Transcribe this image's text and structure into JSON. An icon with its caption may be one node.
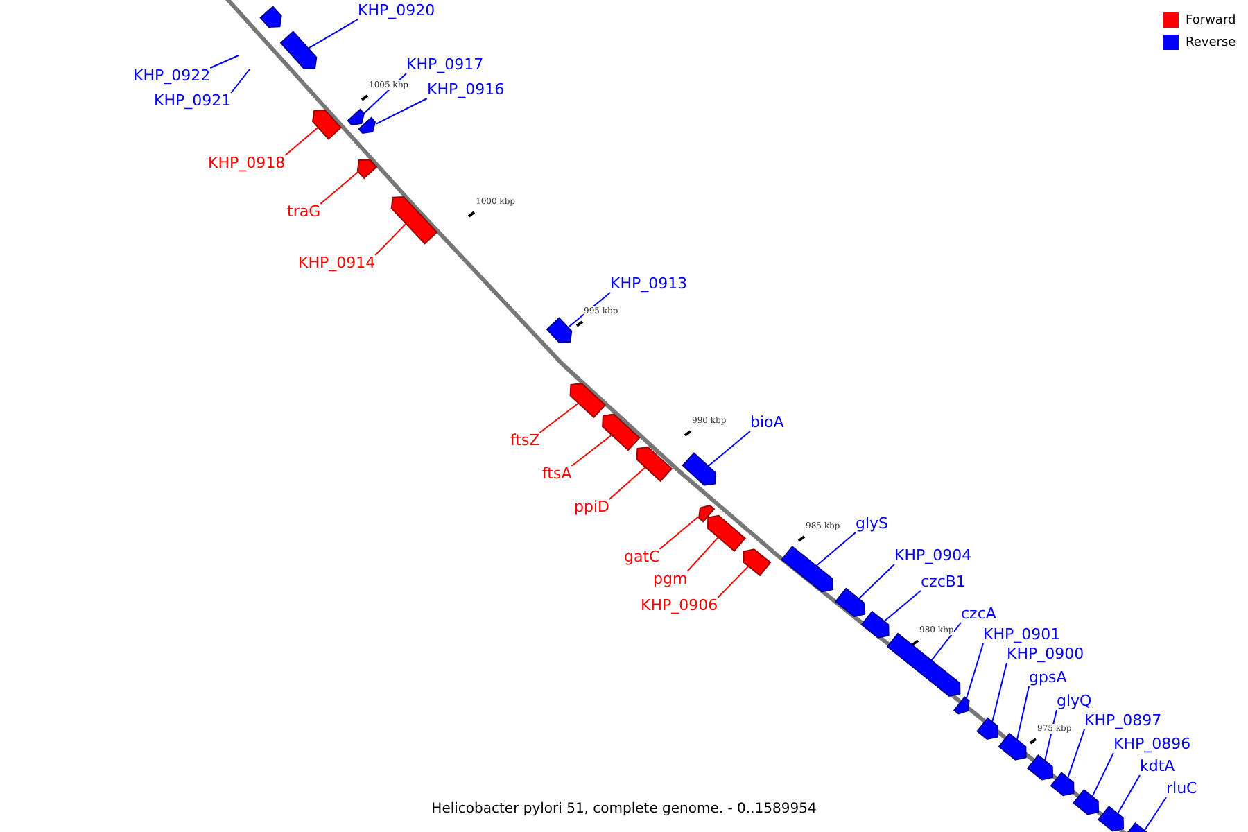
{
  "diagram": {
    "caption": "Helicobacter pylori 51, complete genome. - 0..1589954",
    "nodes": [
      {
        "text": [
          "KHP_0922"
        ]
      },
      {
        "text": [
          "KHP_0921"
        ]
      },
      {
        "text": [],
        "shape": "arrow"
      },
      {
        "text": [
          "KHP_0920"
        ]
      },
      {
        "text": [],
        "shape": "arrow"
      },
      {
        "text": [
          "KHP_0917"
        ]
      },
      {
        "text": [],
        "shape": "arrow"
      },
      {
        "text": [
          "KHP_0916"
        ]
      },
      {
        "text": [],
        "shape": "arrow"
      },
      {
        "text": [
          "KHP_0918"
        ]
      },
      {
        "text": [],
        "shape": "arrow"
      },
      {
        "text": [
          "traG"
        ]
      },
      {
        "text": [],
        "shape": "arrow"
      },
      {
        "text": [
          "KHP_0914"
        ]
      },
      {
        "text": [],
        "shape": "arrow"
      },
      {
        "text": [
          "KHP_0913"
        ]
      },
      {
        "text": [],
        "shape": "arrow"
      },
      {
        "text": [
          "ftsZ"
        ]
      },
      {
        "text": [],
        "shape": "arrow"
      },
      {
        "text": [
          "ftsA"
        ]
      },
      {
        "text": [],
        "shape": "arrow"
      },
      {
        "text": [
          "ppiD"
        ]
      },
      {
        "text": [],
        "shape": "arrow"
      },
      {
        "text": [
          "bioA"
        ]
      },
      {
        "text": [],
        "shape": "arrow"
      },
      {
        "text": [
          "gatC"
        ]
      },
      {
        "text": [],
        "shape": "arrow"
      },
      {
        "text": [
          "pgm"
        ]
      },
      {
        "text": [],
        "shape": "arrow"
      },
      {
        "text": [
          "KHP_0906"
        ]
      },
      {
        "text": [],
        "shape": "arrow"
      },
      {
        "text": [
          "glyS"
        ]
      },
      {
        "text": [],
        "shape": "arrow"
      },
      {
        "text": [
          "KHP_0904"
        ]
      },
      {
        "text": [],
        "shape": "arrow"
      },
      {
        "text": [
          "czcB1"
        ]
      },
      {
        "text": [],
        "shape": "arrow"
      },
      {
        "text": [
          "czcA"
        ]
      },
      {
        "text": [],
        "shape": "arrow"
      },
      {
        "text": [
          "KHP_0901"
        ]
      },
      {
        "text": [],
        "shape": "arrow"
      },
      {
        "text": [
          "KHP_0900"
        ]
      },
      {
        "text": [],
        "shape": "arrow"
      },
      {
        "text": [
          "gpsA"
        ]
      },
      {
        "text": [],
        "shape": "arrow"
      },
      {
        "text": [
          "glyQ"
        ]
      },
      {
        "text": [],
        "shape": "arrow"
      },
      {
        "text": [
          "KHP_0897"
        ]
      },
      {
        "text": [],
        "shape": "arrow"
      },
      {
        "text": [
          "KHP_0896"
        ]
      },
      {
        "text": [],
        "shape": "arrow"
      },
      {
        "text": [
          "kdtA"
        ]
      },
      {
        "text": [],
        "shape": "arrow"
      },
      {
        "text": [
          "rluC"
        ]
      },
      {
        "text": [],
        "shape": "arrow"
      }
    ],
    "edges": [
      {
        "from": 0,
        "to": null,
        "arrow": "none"
      },
      {
        "from": 1,
        "to": null,
        "arrow": "none"
      },
      {
        "from": 3,
        "to": 4,
        "arrow": "none"
      },
      {
        "from": 5,
        "to": 6,
        "arrow": "none"
      },
      {
        "from": 7,
        "to": 8,
        "arrow": "none"
      },
      {
        "from": 9,
        "to": 10,
        "arrow": "none",
        "color": "#ff0000"
      },
      {
        "from": 11,
        "to": 12,
        "arrow": "none",
        "color": "#ff0000"
      },
      {
        "from": 13,
        "to": 14,
        "arrow": "none",
        "color": "#ff0000"
      },
      {
        "from": 15,
        "to": 16,
        "arrow": "none"
      },
      {
        "from": 17,
        "to": 18,
        "arrow": "none",
        "color": "#ff0000"
      },
      {
        "from": 19,
        "to": 20,
        "arrow": "none",
        "color": "#ff0000"
      },
      {
        "from": 21,
        "to": 22,
        "arrow": "none",
        "color": "#ff0000"
      },
      {
        "from": 23,
        "to": 24,
        "arrow": "none"
      },
      {
        "from": 25,
        "to": 26,
        "arrow": "none",
        "color": "#ff0000"
      },
      {
        "from": 27,
        "to": 28,
        "arrow": "none",
        "color": "#ff0000"
      },
      {
        "from": 29,
        "to": 30,
        "arrow": "none",
        "color": "#ff0000"
      },
      {
        "from": 31,
        "to": 32,
        "arrow": "none"
      },
      {
        "from": 33,
        "to": 34,
        "arrow": "none"
      },
      {
        "from": 35,
        "to": 36,
        "arrow": "none"
      },
      {
        "from": 37,
        "to": 38,
        "arrow": "none"
      },
      {
        "from": 39,
        "to": 40,
        "arrow": "none"
      },
      {
        "from": 41,
        "to": 42,
        "arrow": "none"
      },
      {
        "from": 43,
        "to": 44,
        "arrow": "none"
      },
      {
        "from": 45,
        "to": 46,
        "arrow": "none"
      },
      {
        "from": 47,
        "to": 48,
        "arrow": "none"
      },
      {
        "from": 49,
        "to": 50,
        "arrow": "none"
      },
      {
        "from": 51,
        "to": 52,
        "arrow": "none"
      },
      {
        "from": 53,
        "to": 54,
        "arrow": "none"
      }
    ],
    "labels": [
      "1005 kbp",
      "1000 kbp",
      "995 kbp",
      "990 kbp",
      "985 kbp",
      "980 kbp",
      "975 kbp"
    ],
    "legend": [
      {
        "text": "Forward",
        "color": "#ff0000"
      },
      {
        "text": "Reverse",
        "color": "#0000ff"
      }
    ]
  }
}
